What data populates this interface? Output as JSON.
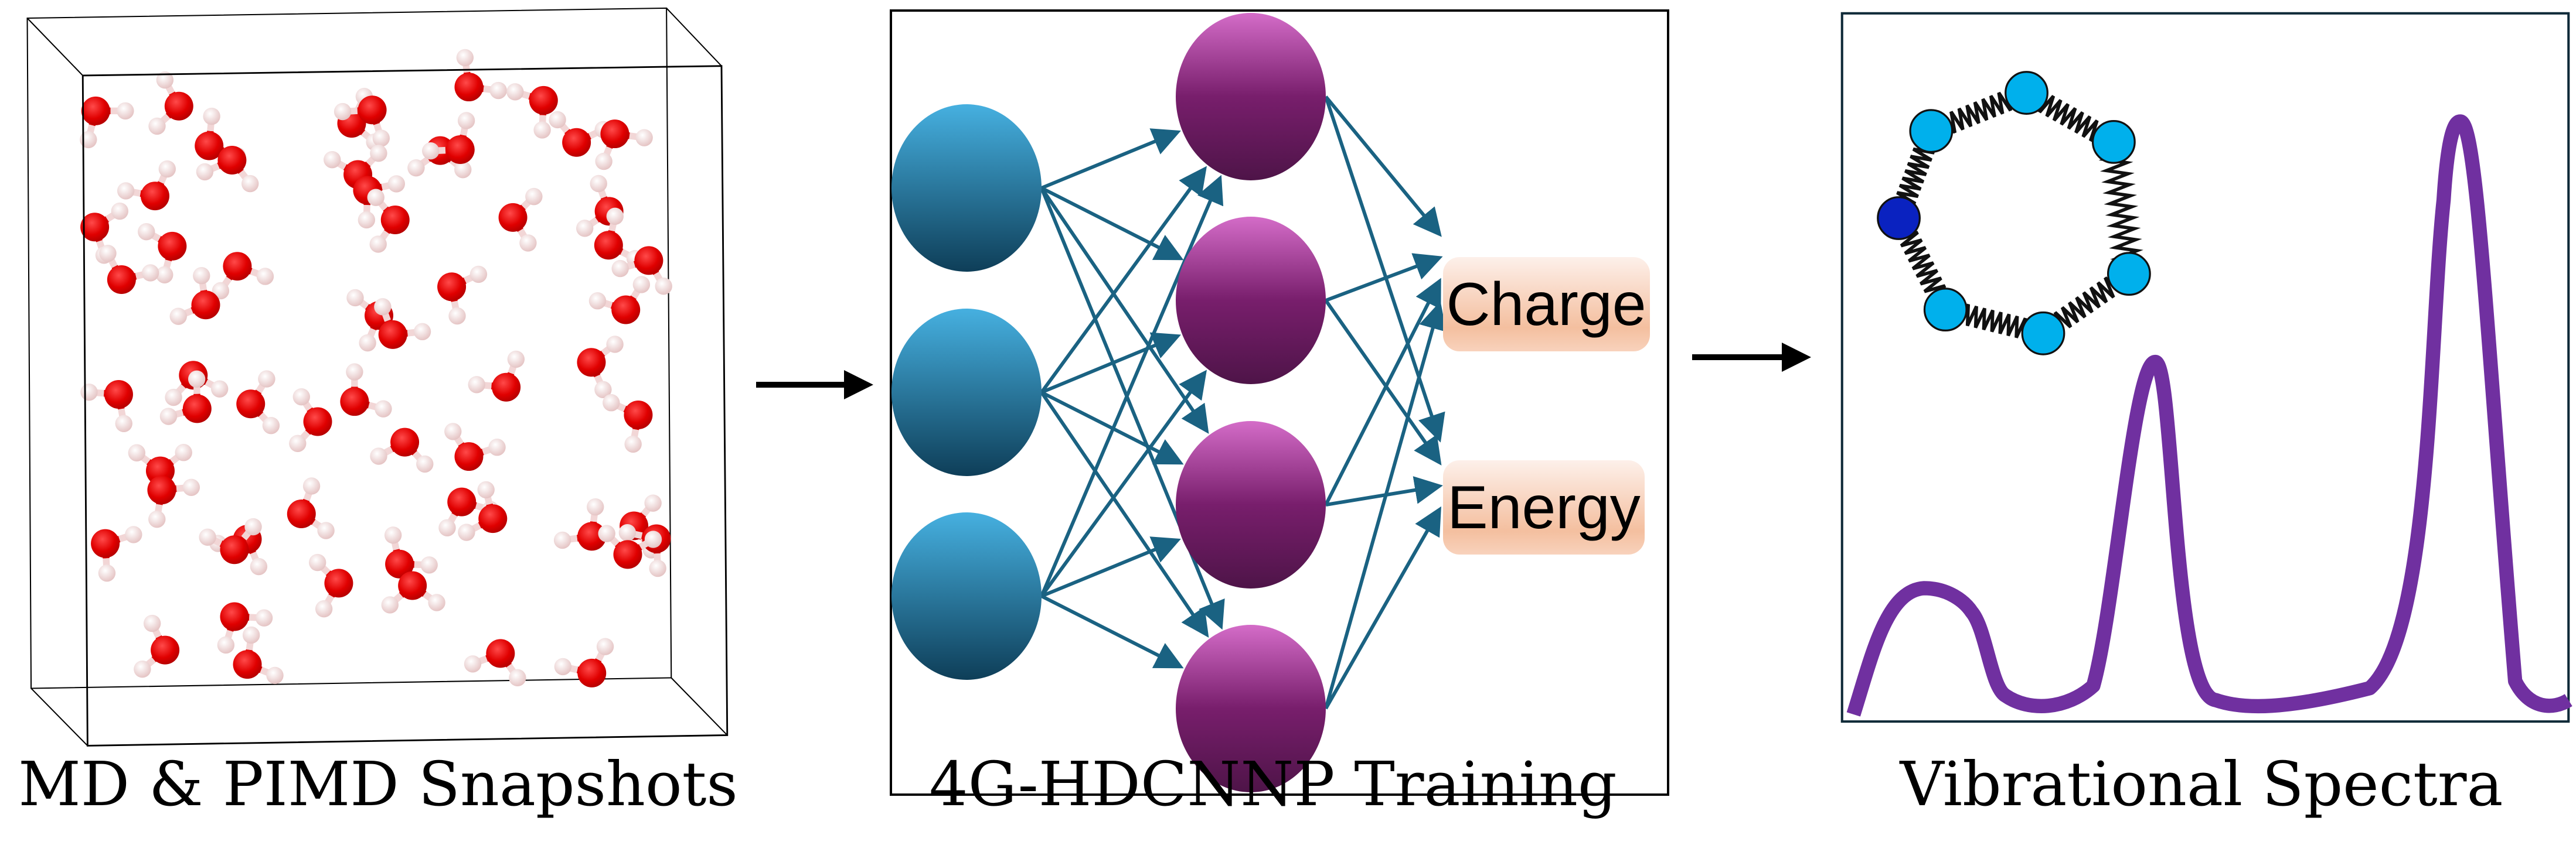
{
  "panels": {
    "snapshots": {
      "caption": "MD & PIMD Snapshots"
    },
    "training": {
      "caption": "4G-HDCNNP Training",
      "outputs": [
        "Charge",
        "Energy"
      ]
    },
    "spectra": {
      "caption": "Vibrational Spectra"
    }
  },
  "colors": {
    "oxygen": "#e00000",
    "hydrogen": "#f2d6d6",
    "input_node_top": "#46b0e0",
    "input_node_bottom": "#0e3e58",
    "hidden_node_top": "#d46cc8",
    "hidden_node_bottom": "#4e1448",
    "edge": "#1a6282",
    "output_box_top": "#fdf0ea",
    "output_box_mid": "#f4bf9f",
    "bead": "#00b0ec",
    "bead_highlight": "#0a22c0",
    "spectrum": "#7030a0"
  }
}
